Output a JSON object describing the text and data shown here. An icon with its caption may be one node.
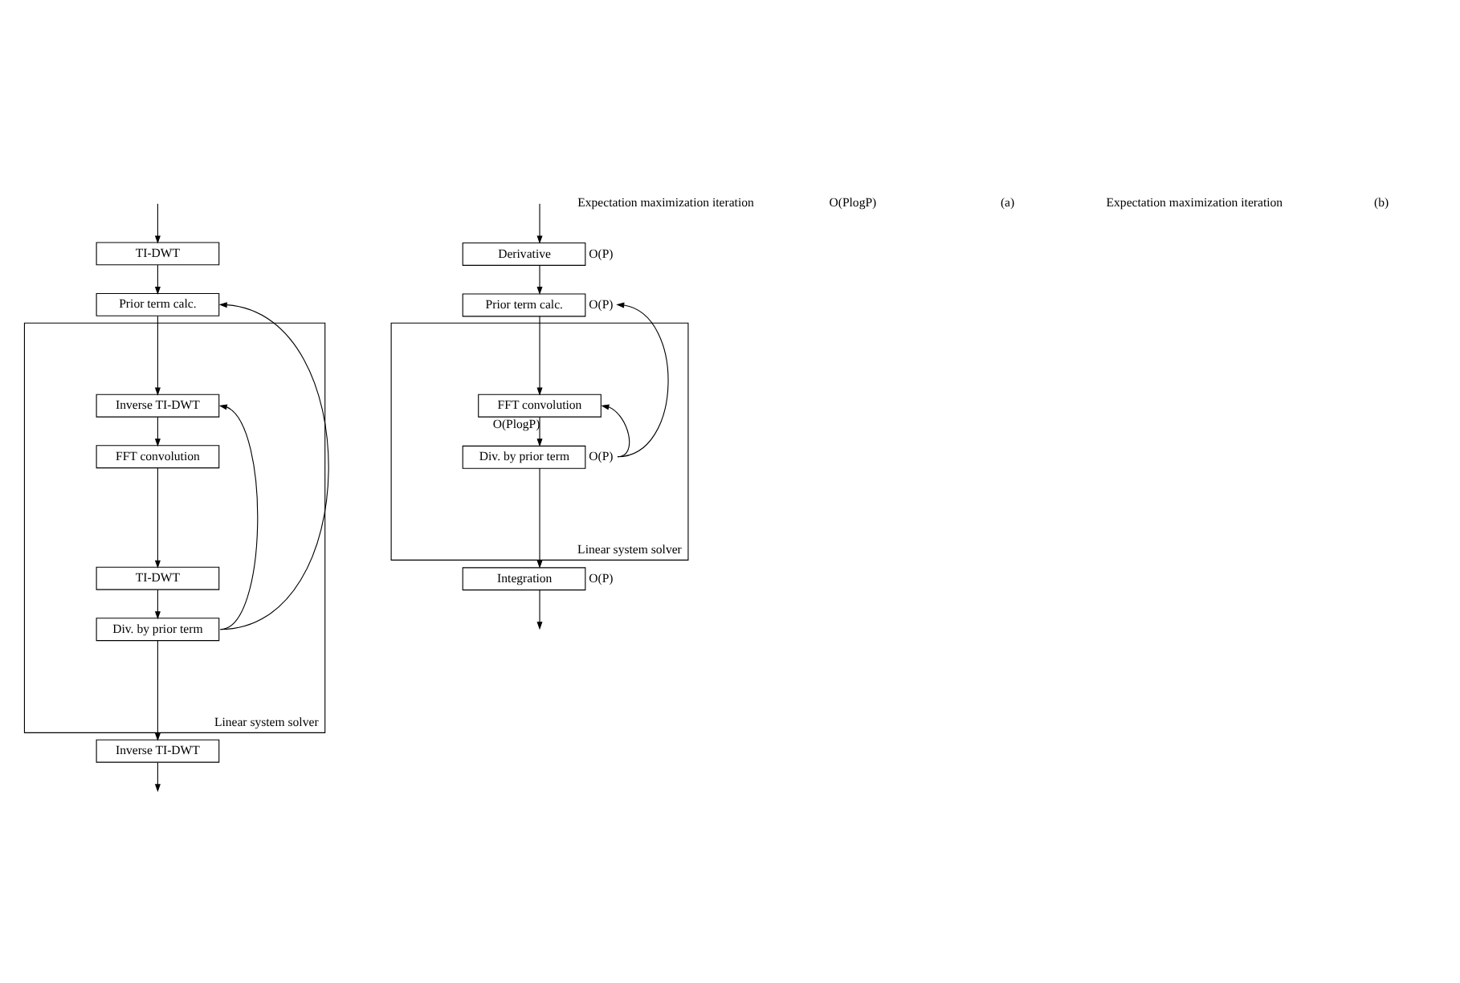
{
  "diagram": {
    "nodes": [
      {
        "text": [
          "TI-DWT"
        ]
      },
      {
        "text": [
          "Prior term calc."
        ]
      },
      {
        "text": [
          "Linear system solver"
        ]
      },
      {
        "text": [
          "Inverse TI-DWT"
        ],
        "in": 2
      },
      {
        "text": [
          "FFT convolution"
        ],
        "in": 2
      },
      {
        "text": [
          "TI-DWT"
        ],
        "in": 2
      },
      {
        "text": [
          "Div. by prior term"
        ],
        "in": 2
      },
      {
        "text": [
          "Inverse TI-DWT"
        ]
      },
      {
        "text": [
          "Derivative"
        ],
        "beside": [
          "O(P)"
        ]
      },
      {
        "text": [
          "Prior term calc."
        ],
        "beside": [
          "O(P)"
        ]
      },
      {
        "text": [
          "Linear system solver"
        ]
      },
      {
        "text": [
          "FFT convolution"
        ],
        "in": 10
      },
      {
        "text": [
          "Div. by prior term"
        ],
        "in": 10,
        "beside": [
          "O(P)"
        ]
      },
      {
        "text": [
          "Integration"
        ],
        "beside": [
          "O(P)"
        ]
      }
    ],
    "edges": [
      {
        "from": null,
        "to": 0,
        "arrow": "to"
      },
      {
        "from": 0,
        "to": 1,
        "arrow": "to"
      },
      {
        "from": 1,
        "to": 3,
        "arrow": "to"
      },
      {
        "from": 3,
        "to": 4,
        "arrow": "to"
      },
      {
        "from": 4,
        "to": 5,
        "arrow": "to"
      },
      {
        "from": 5,
        "to": 6,
        "arrow": "to"
      },
      {
        "from": 6,
        "to": 3,
        "arrow": "to"
      },
      {
        "from": 6,
        "to": 7,
        "arrow": "to"
      },
      {
        "from": 6,
        "to": 1,
        "arrow": "to"
      },
      {
        "from": 7,
        "to": null,
        "arrow": "to"
      },
      {
        "from": null,
        "to": 8,
        "arrow": "to"
      },
      {
        "from": 8,
        "to": 9,
        "arrow": "to"
      },
      {
        "from": 9,
        "to": 11,
        "arrow": "to"
      },
      {
        "from": 11,
        "to": 12,
        "arrow": "to",
        "label": "O(PlogP)"
      },
      {
        "from": 12,
        "to": 11,
        "arrow": "to"
      },
      {
        "from": 12,
        "to": 13,
        "arrow": "to"
      },
      {
        "from": 12,
        "to": 9,
        "arrow": "to"
      },
      {
        "from": 13,
        "to": null,
        "arrow": "to"
      }
    ],
    "labels": [
      "Expectation maximization iteration",
      "O(PlogP)",
      "(a)",
      "Expectation maximization iteration",
      "(b)"
    ]
  }
}
